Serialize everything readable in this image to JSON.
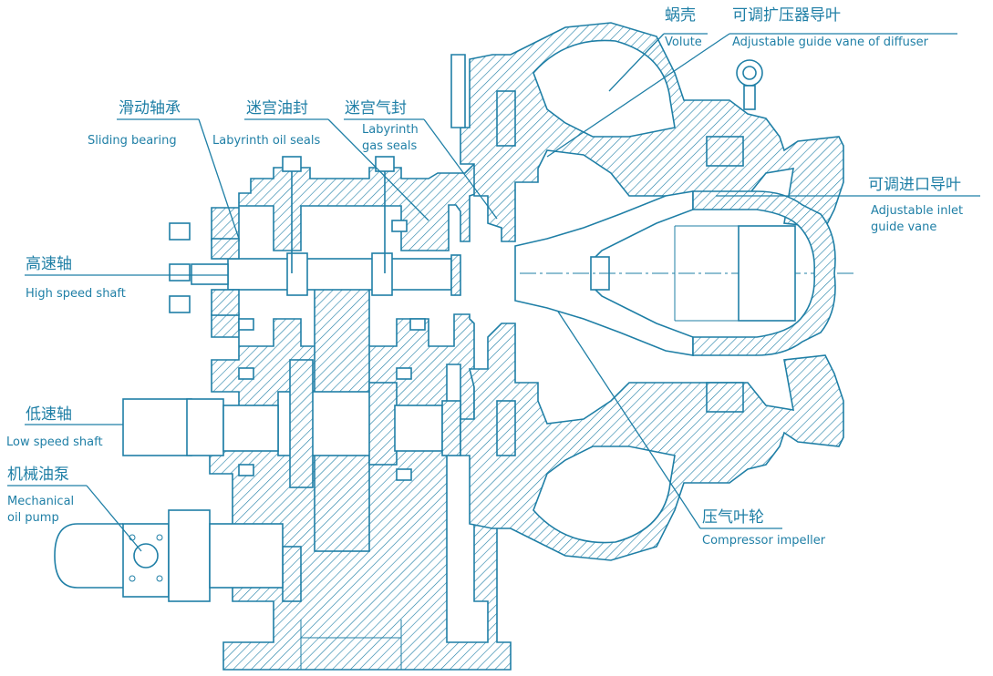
{
  "diagram": {
    "line_color": "#1f7fa6",
    "background": "#ffffff",
    "labels": {
      "volute": {
        "zh": "蜗壳",
        "en": "Volute"
      },
      "diffuser_vane": {
        "zh": "可调扩压器导叶",
        "en": "Adjustable guide vane of diffuser"
      },
      "sliding_bearing": {
        "zh": "滑动轴承",
        "en": "Sliding bearing"
      },
      "oil_seals": {
        "zh": "迷宫油封",
        "en": "Labyrinth oil seals"
      },
      "gas_seals": {
        "zh": "迷宫气封",
        "en1": "Labyrinth",
        "en2": "gas seals"
      },
      "inlet_vane": {
        "zh": "可调进口导叶",
        "en1": "Adjustable inlet",
        "en2": "guide vane"
      },
      "high_shaft": {
        "zh": "高速轴",
        "en": "High speed shaft"
      },
      "low_shaft": {
        "zh": "低速轴",
        "en": "Low speed shaft"
      },
      "oil_pump": {
        "zh": "机械油泵",
        "en1": "Mechanical",
        "en2": "oil pump"
      },
      "impeller": {
        "zh": "压气叶轮",
        "en": "Compressor impeller"
      }
    }
  }
}
